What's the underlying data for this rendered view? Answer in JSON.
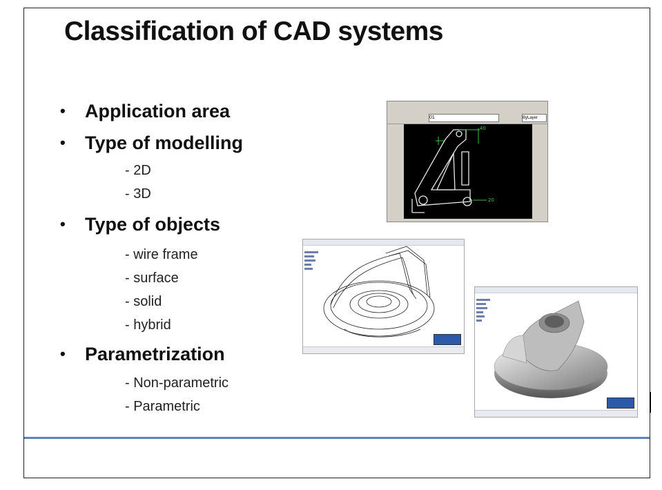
{
  "slide": {
    "title": "Classification of CAD systems",
    "sections": [
      {
        "heading": "Application area",
        "items": []
      },
      {
        "heading": "Type of modelling",
        "items": [
          "- 2D",
          "- 3D"
        ]
      },
      {
        "heading": "Type of objects",
        "items": [
          "- wire frame",
          "- surface",
          "- solid",
          "- hybrid"
        ]
      },
      {
        "heading": "Parametrization",
        "items": [
          "- Non-parametric",
          "- Parametric"
        ]
      }
    ],
    "cad_labels": {
      "dim_top": "40",
      "dim_right": "20",
      "layer": "ByLayer",
      "layer_name": "01"
    },
    "colors": {
      "footer_line": "#5b85b8",
      "cad_canvas": "#000000",
      "dim_green": "#3cc43c"
    }
  }
}
